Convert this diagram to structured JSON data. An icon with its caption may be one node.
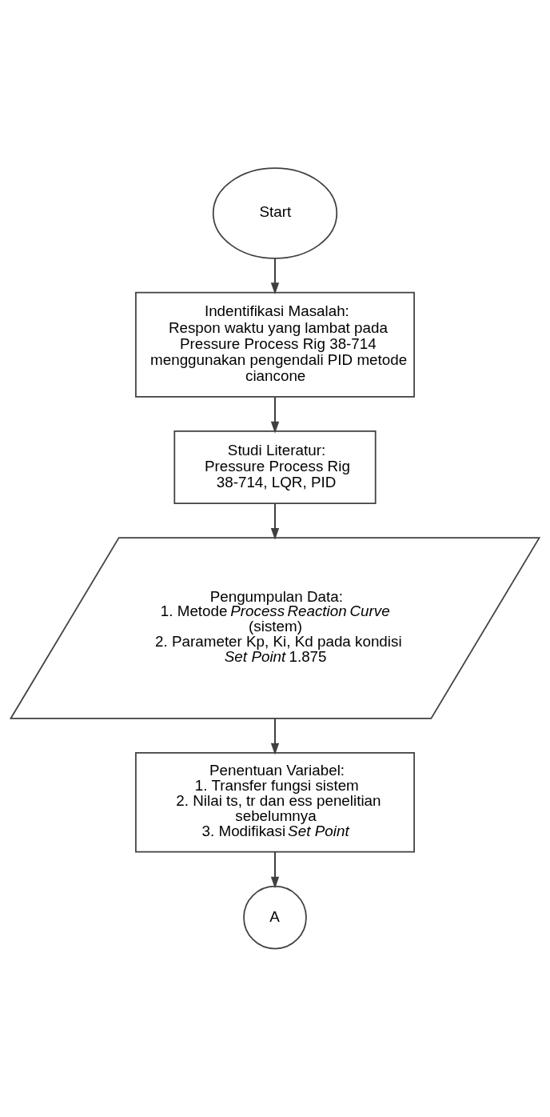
{
  "diagram": {
    "nodes": [
      {
        "text": [
          "Start"
        ]
      },
      {
        "text": [
          "Indentifikasi Masalah:",
          "Respon waktu yang lambat pada Pressure Process Rig 38-714 menggunakan pengendali PID metode ciancone"
        ]
      },
      {
        "text": [
          "Studi Literatur:",
          "Pressure Process Rig 38-714, LQR, PID"
        ]
      },
      {
        "text": [
          "Pengumpulan Data:",
          "1. Metode *Process Reaction Curve* (sistem)",
          "2. Parameter Kp, Ki, Kd pada kondisi *Set Point* 1.875"
        ]
      },
      {
        "text": [
          "Penentuan Variabel:",
          "1. Transfer fungsi sistem",
          "2. Nilai ts, tr dan ess penelitian sebelumnya",
          "3. Modifikasi *Set Point*"
        ]
      },
      {
        "text": [
          "A"
        ]
      }
    ],
    "edges": [
      {
        "from": 0,
        "to": 1,
        "arrow": "to"
      },
      {
        "from": 1,
        "to": 2,
        "arrow": "to"
      },
      {
        "from": 2,
        "to": 3,
        "arrow": "to"
      },
      {
        "from": 3,
        "to": 4,
        "arrow": "to"
      },
      {
        "from": 4,
        "to": 5,
        "arrow": "to"
      }
    ]
  }
}
